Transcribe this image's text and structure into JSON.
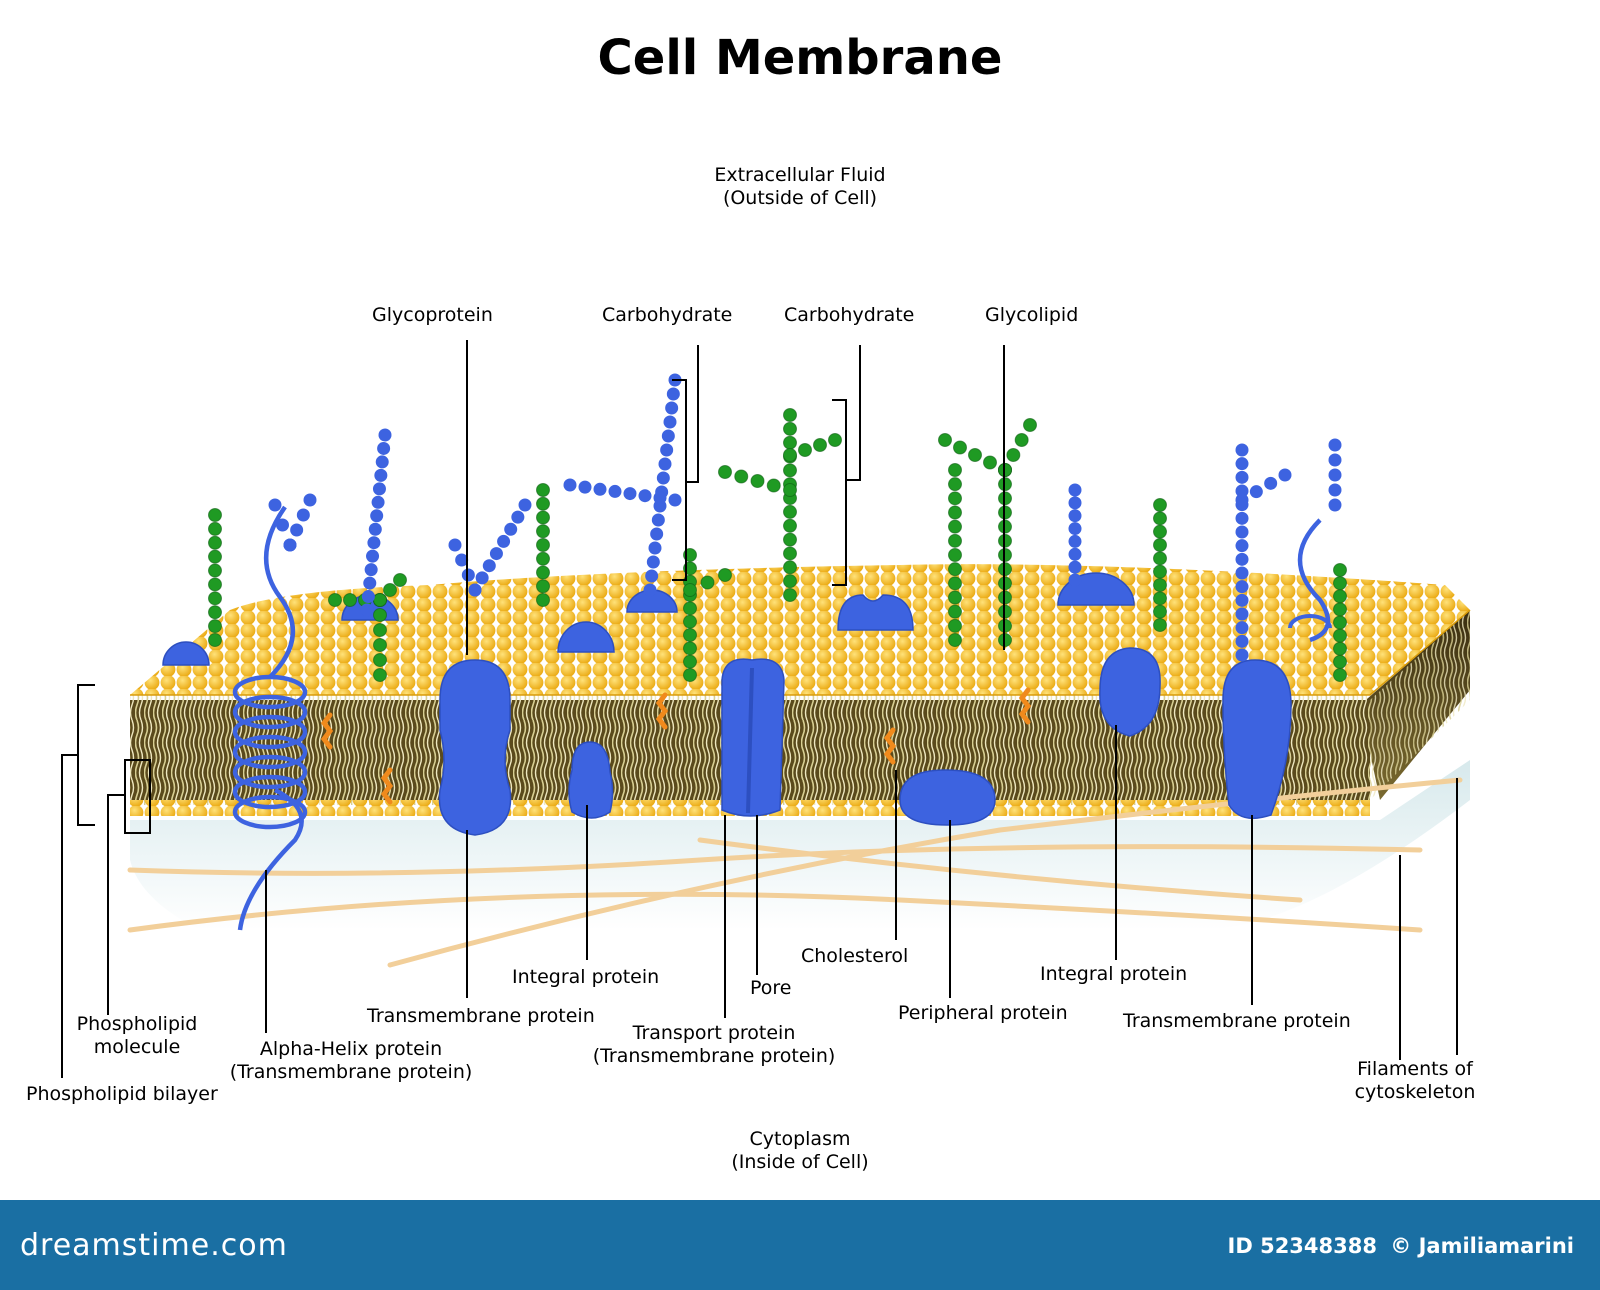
{
  "title": "Cell Membrane",
  "regions": {
    "outside_line1": "Extracellular Fluid",
    "outside_line2": "(Outside of Cell)",
    "inside_line1": "Cytoplasm",
    "inside_line2": "(Inside of Cell)"
  },
  "labels": {
    "glycoprotein": "Glycoprotein",
    "carbohydrate_1": "Carbohydrate",
    "carbohydrate_2": "Carbohydrate",
    "glycolipid": "Glycolipid",
    "phospholipid_molecule_1": "Phospholipid",
    "phospholipid_molecule_2": "molecule",
    "phospholipid_bilayer": "Phospholipid bilayer",
    "alpha_helix_1": "Alpha-Helix protein",
    "alpha_helix_2": "(Transmembrane protein)",
    "transmembrane_left": "Transmembrane protein",
    "integral_left": "Integral protein",
    "pore": "Pore",
    "transport_1": "Transport protein",
    "transport_2": "(Transmembrane protein)",
    "cholesterol": "Cholesterol",
    "peripheral": "Peripheral protein",
    "integral_right": "Integral protein",
    "transmembrane_right": "Transmembrane protein",
    "filaments_1": "Filaments of",
    "filaments_2": "cytoskeleton"
  },
  "colors": {
    "protein": "#3d63e0",
    "lipid_head": "#f7c11e",
    "lipid_tail": "#e8dfa8",
    "glycan_green": "#1f9a23",
    "glycan_blue": "#3d63e0",
    "cholesterol": "#f08a1c",
    "filament": "#f2cf9a",
    "footer": "#1a6fa3"
  },
  "footer": {
    "brand": "dreamstime.com",
    "id_text": "ID 52348388",
    "copyright": "© Jamiliamarini"
  }
}
